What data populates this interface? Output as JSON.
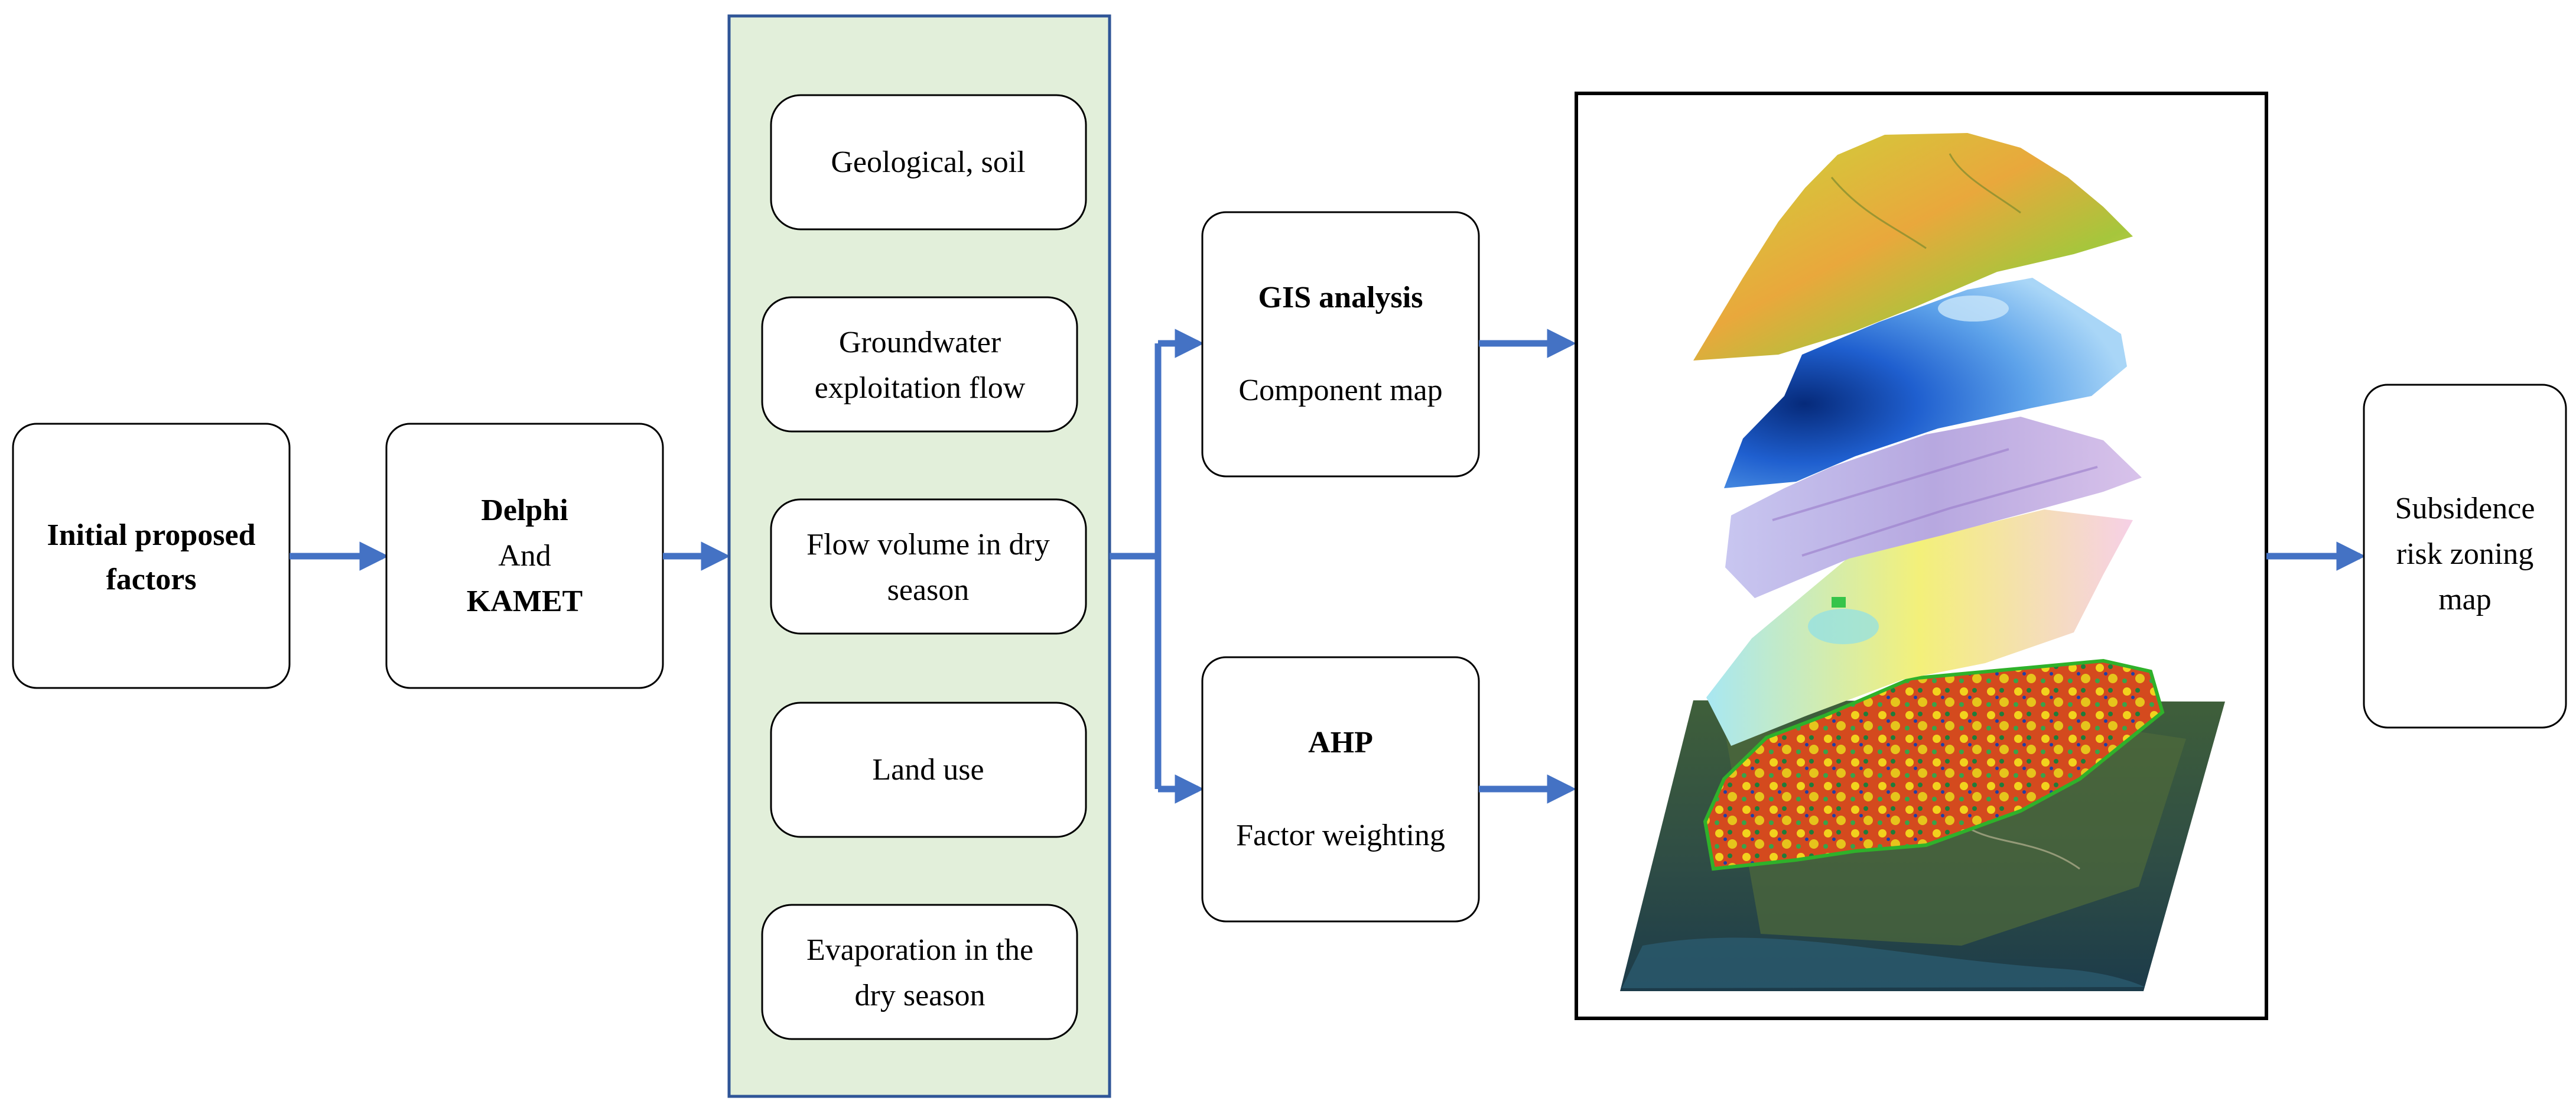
{
  "initial": {
    "line1": "Initial proposed",
    "line2": "factors"
  },
  "delphi": {
    "line1": "Delphi",
    "line2": "And",
    "line3": "KAMET"
  },
  "factors": [
    {
      "lines": [
        "Geological, soil"
      ]
    },
    {
      "lines": [
        "Groundwater",
        "exploitation flow"
      ]
    },
    {
      "lines": [
        "Flow volume in dry",
        "season"
      ]
    },
    {
      "lines": [
        "Land use"
      ]
    },
    {
      "lines": [
        "Evaporation in the",
        "dry season"
      ]
    }
  ],
  "gis": {
    "title": "GIS analysis",
    "subtitle": "Component map"
  },
  "ahp": {
    "title": "AHP",
    "subtitle": "Factor weighting"
  },
  "output": {
    "line1": "Subsidence",
    "line2": "risk zoning",
    "line3": "map"
  },
  "colors": {
    "arrow": "#4472c4",
    "panel_fill": "#e2efda",
    "panel_border": "#2f5597",
    "box_border": "#000000"
  },
  "icons": {
    "map_stack": "layered-maps-image"
  }
}
